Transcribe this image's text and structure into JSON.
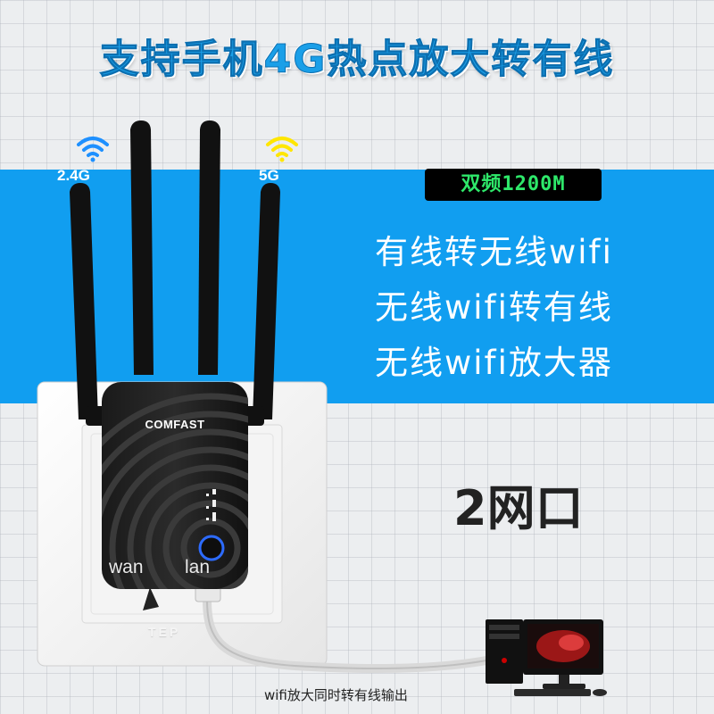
{
  "headline": "支持手机4G热点放大转有线",
  "bands": {
    "left": "2.4G",
    "right": "5G"
  },
  "badge": "双频1200M",
  "features": [
    "有线转无线wifi",
    "无线wifi转有线",
    "无线wifi放大器"
  ],
  "ports_text": "2网口",
  "device": {
    "brand": "COMFAST",
    "port_left": "wan",
    "port_right": "lan"
  },
  "plate_brand": "TEP",
  "caption": "wifi放大同时转有线输出",
  "icons": [
    "wifi-2g-icon",
    "wifi-5g-icon",
    "router-device",
    "desktop-computer-icon"
  ],
  "colors": {
    "band_blue": "#119ef0",
    "title_blue": "#1a9fe8",
    "badge_green": "#2ee86a",
    "wifi_blue": "#1e90ff",
    "wifi_yellow": "#ffe600"
  }
}
